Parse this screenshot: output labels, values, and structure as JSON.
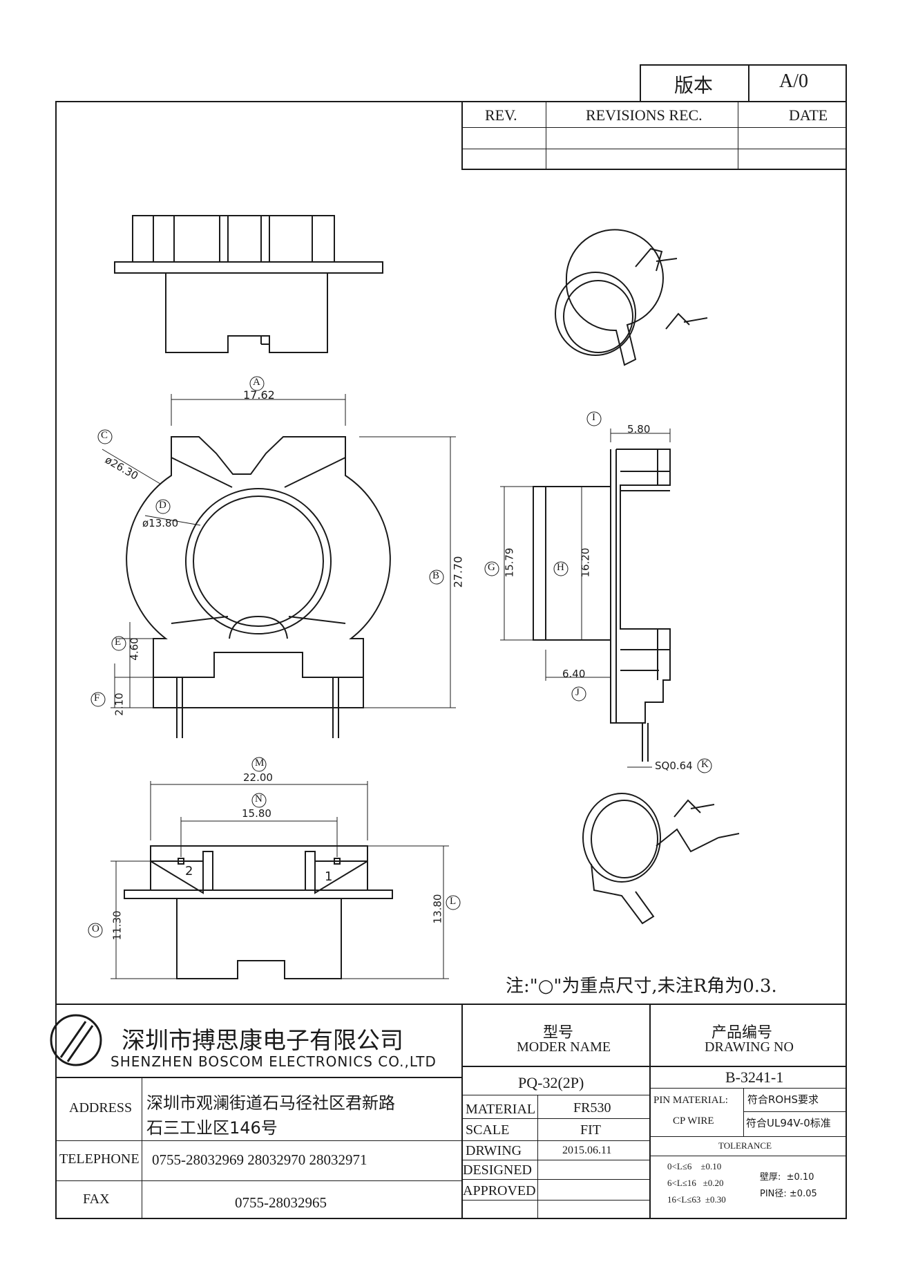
{
  "revision_box": {
    "version_label": "版本",
    "version_value": "A/0"
  },
  "revisions_table": {
    "rev_header": "REV.",
    "rec_header": "REVISIONS REC.",
    "date_header": "DATE"
  },
  "drawing": {
    "dimensions": {
      "A": "17.62",
      "B": "27.70",
      "C": "ø26.30",
      "D": "ø13.80",
      "E": "4.60",
      "F": "2.10",
      "G": "15.79",
      "H": "16.20",
      "I": "5.80",
      "J": "6.40",
      "K": "SQ0.64",
      "M": "22.00",
      "N": "15.80",
      "L": "13.80",
      "O": "11.30"
    },
    "circle_labels": {
      "A": "A",
      "B": "B",
      "C": "C",
      "D": "D",
      "E": "E",
      "F": "F",
      "G": "G",
      "H": "H",
      "I": "I",
      "J": "J",
      "K": "K",
      "L": "L",
      "M": "M",
      "N": "N",
      "O": "O"
    },
    "pin_labels": {
      "pin1": "1",
      "pin2": "2"
    },
    "note": "注:\"○\"为重点尺寸,未注R角为0.3."
  },
  "title_block": {
    "company_cn": "深圳市搏思康电子有限公司",
    "company_en": "SHENZHEN BOSCOM ELECTRONICS CO.,LTD",
    "model_label_cn": "型号",
    "model_label_en": "MODER NAME",
    "model_value": "PQ-32(2P)",
    "drawing_no_label_cn": "产品编号",
    "drawing_no_label_en": "DRAWING NO",
    "drawing_no_value": "B-3241-1",
    "address_label": "ADDRESS",
    "address_line1": "深圳市观澜街道石马径社区君新路",
    "address_line2": "石三工业区146号",
    "telephone_label": "TELEPHONE",
    "telephone_value": "0755-28032969 28032970 28032971",
    "fax_label": "FAX",
    "fax_value": "0755-28032965",
    "material_label": "MATERIAL",
    "material_value": "FR530",
    "scale_label": "SCALE",
    "scale_value": "FIT",
    "drawing_label": "DRWING",
    "drawing_date": "2015.06.11",
    "designed_label": "DESIGNED",
    "approved_label": "APPROVED",
    "pin_material_label": "PIN MATERIAL:",
    "pin_material_value": "CP WIRE",
    "rohs": "符合ROHS要求",
    "ul": "符合UL94V-0标准",
    "tolerance_label": "TOLERANCE",
    "tol_row1": "0<L≤6    ±0.10",
    "tol_row2": "6<L≤16   ±0.20",
    "tol_row3": "16<L≤63  ±0.30",
    "wall_tol": "壁厚:  ±0.10",
    "pin_tol": "PIN径: ±0.05"
  }
}
